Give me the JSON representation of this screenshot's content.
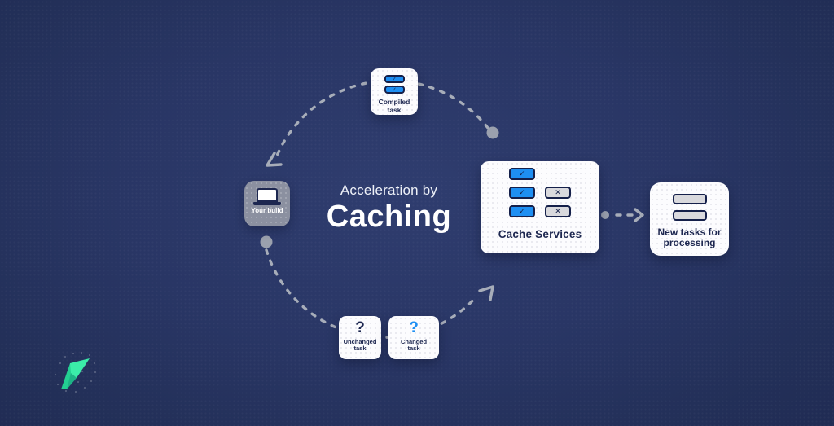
{
  "title": {
    "eyebrow": "Acceleration by",
    "heading": "Caching"
  },
  "symbols": {
    "check": "✓",
    "cross": "✕",
    "question": "?"
  },
  "nodes": {
    "compiled_task": {
      "label": "Compiled task"
    },
    "your_build": {
      "label": "Your build"
    },
    "cache_services": {
      "label": "Cache Services"
    },
    "new_tasks": {
      "label": "New tasks for processing"
    },
    "unchanged_task": {
      "label": "Unchanged task"
    },
    "changed_task": {
      "label": "Changed task"
    }
  },
  "icons": {
    "laptop": "laptop-icon",
    "logo": "brand-arrow-logo",
    "flow_dot": "flow-start-dot",
    "flow_arrow": "flow-arrowhead"
  },
  "colors": {
    "background": "#293665",
    "card": "#fcfcfe",
    "navy": "#1d2750",
    "blue": "#1e8ff2",
    "gray_bar": "#d9d9dd",
    "connector": "#a7adb9",
    "build_card": "#8b90a0",
    "logo_teal": "#2fe3a4"
  }
}
